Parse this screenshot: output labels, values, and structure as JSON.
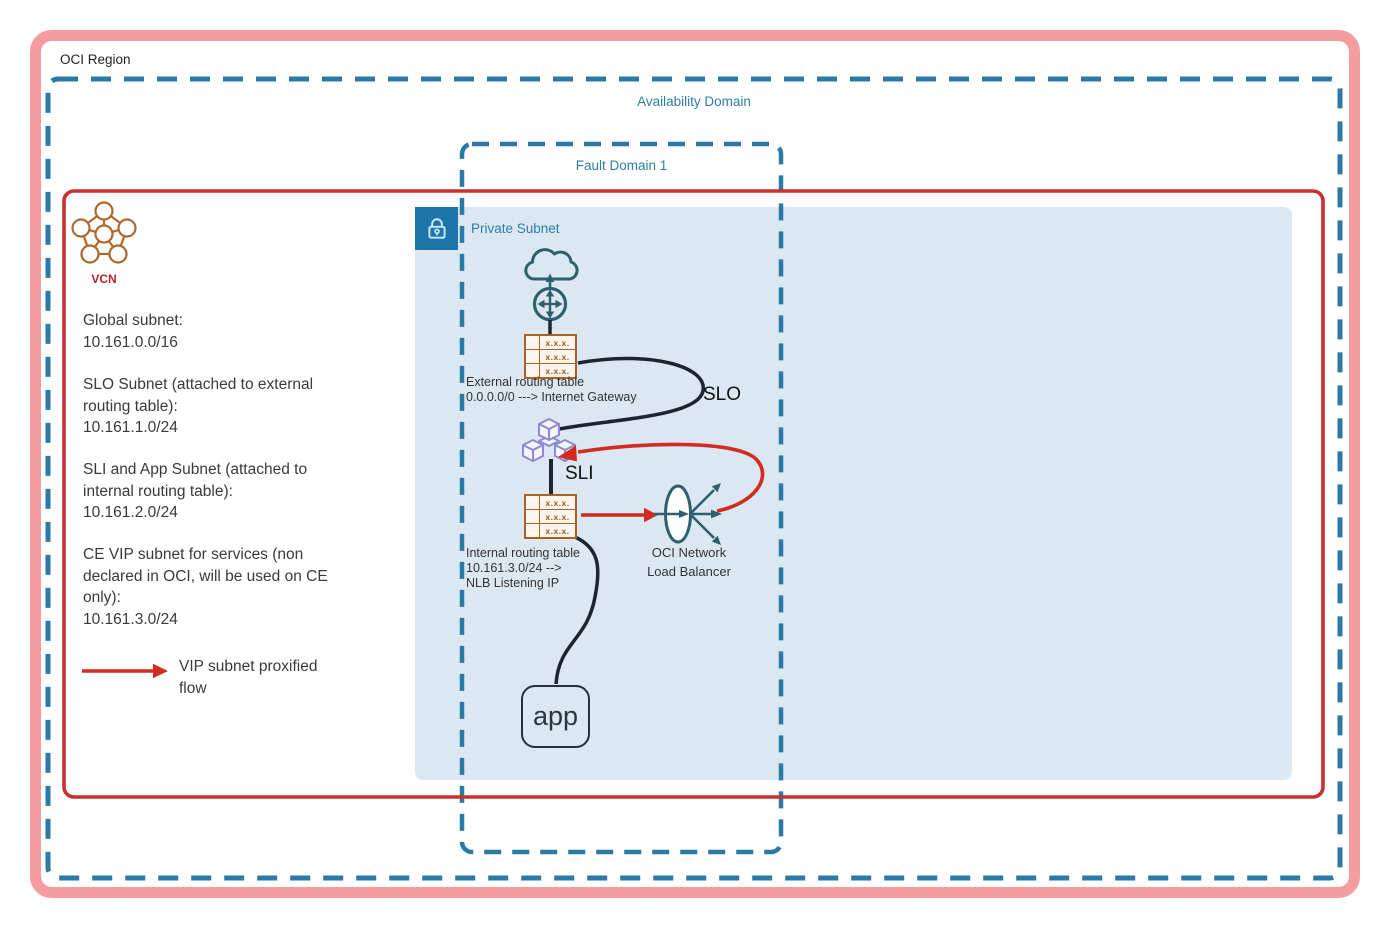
{
  "labels": {
    "oci_region": "OCI Region",
    "availability_domain": "Availability Domain",
    "fault_domain": "Fault Domain 1",
    "private_subnet": "Private Subnet",
    "vcn": "VCN",
    "slo": "SLO",
    "sli": "SLI",
    "app": "app"
  },
  "notes": {
    "global": "Global subnet:\n10.161.0.0/16",
    "slo": "SLO Subnet (attached to external\nrouting table):\n10.161.1.0/24",
    "sli_app": "SLI and App Subnet (attached to\ninternal routing table):\n10.161.2.0/24",
    "ce_vip": "CE VIP subnet for services (non\ndeclared in OCI, will be used on CE\nonly):\n10.161.3.0/24"
  },
  "legend": {
    "vip_flow": "VIP subnet proxified\nflow"
  },
  "tables": {
    "external": {
      "caption": "External routing table\n0.0.0.0/0 ---> Internet Gateway",
      "cell": "x.x.x."
    },
    "internal": {
      "caption": "Internal routing table\n10.161.3.0/24 -->\nNLB Listening IP",
      "cell": "x.x.x."
    }
  },
  "nlb": {
    "caption": "OCI Network\nLoad Balancer"
  },
  "colors": {
    "region_border_pink": "#f59c9e",
    "domain_dash_teal": "#2b7aa6",
    "vcn_border_red": "#c9302f",
    "flow_arrow_red": "#d22b20",
    "icon_teal": "#2e5f6d",
    "routing_table_brown": "#ad5f28",
    "cube_purple": "#8e89d2",
    "subnet_fill_blue": "#dbe8f1",
    "black_link": "#1c2530"
  }
}
